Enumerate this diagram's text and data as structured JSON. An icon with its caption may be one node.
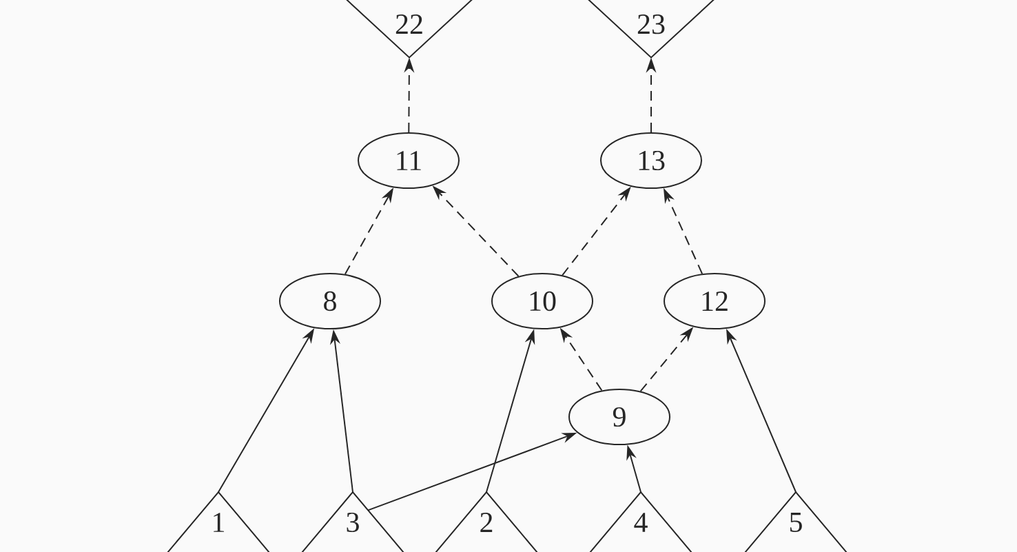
{
  "diagram": {
    "nodes": [
      {
        "text": [
          "22"
        ]
      },
      {
        "text": [
          "23"
        ]
      },
      {
        "text": [
          "11"
        ]
      },
      {
        "text": [
          "13"
        ]
      },
      {
        "text": [
          "8"
        ]
      },
      {
        "text": [
          "10"
        ]
      },
      {
        "text": [
          "12"
        ]
      },
      {
        "text": [
          "9"
        ]
      },
      {
        "text": [
          "1"
        ]
      },
      {
        "text": [
          "3"
        ]
      },
      {
        "text": [
          "2"
        ]
      },
      {
        "text": [
          "4"
        ]
      },
      {
        "text": [
          "5"
        ]
      }
    ],
    "edges": [
      {
        "from": 8,
        "to": 4,
        "arrow": "to"
      },
      {
        "from": 9,
        "to": 4,
        "arrow": "to"
      },
      {
        "from": 9,
        "to": 7,
        "arrow": "to"
      },
      {
        "from": 10,
        "to": 5,
        "arrow": "to"
      },
      {
        "from": 11,
        "to": 7,
        "arrow": "to"
      },
      {
        "from": 12,
        "to": 6,
        "arrow": "to"
      },
      {
        "from": 7,
        "to": 5,
        "arrow": "to",
        "style": "dashed"
      },
      {
        "from": 7,
        "to": 6,
        "arrow": "to",
        "style": "dashed"
      },
      {
        "from": 4,
        "to": 2,
        "arrow": "to",
        "style": "dashed"
      },
      {
        "from": 5,
        "to": 2,
        "arrow": "to",
        "style": "dashed"
      },
      {
        "from": 5,
        "to": 3,
        "arrow": "to",
        "style": "dashed"
      },
      {
        "from": 6,
        "to": 3,
        "arrow": "to",
        "style": "dashed"
      },
      {
        "from": 2,
        "to": 0,
        "arrow": "to",
        "style": "dashed"
      },
      {
        "from": 3,
        "to": 1,
        "arrow": "to",
        "style": "dashed"
      }
    ]
  }
}
